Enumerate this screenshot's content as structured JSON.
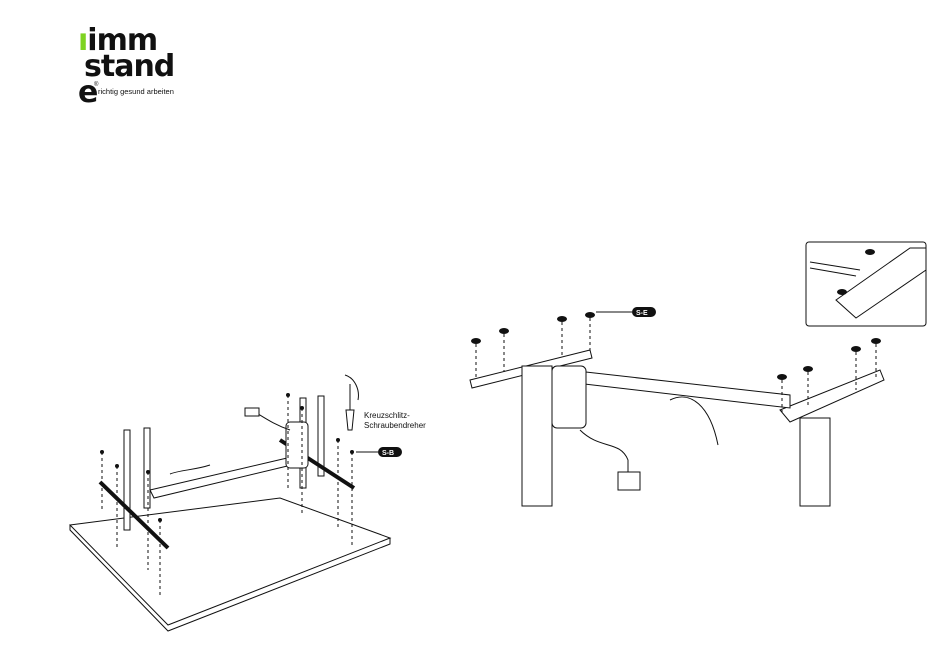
{
  "logo": {
    "line1": "imm",
    "line2": "stand",
    "line3": "e",
    "tagline": "richtig gesund arbeiten",
    "accent_color": "#7ed321"
  },
  "left_figure": {
    "tool_label_line1": "Kreuzschlitz-",
    "tool_label_line2": "Schraubendreher",
    "part_badge": "S-B"
  },
  "right_figure": {
    "part_badge": "S-E"
  }
}
